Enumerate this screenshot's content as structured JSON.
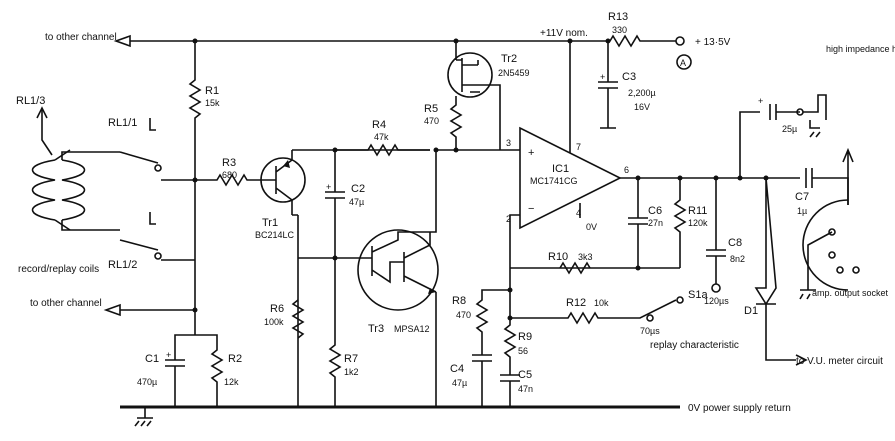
{
  "notes": {
    "to_other_channel_top": "to other channel",
    "to_other_channel_mid": "to other channel",
    "supply_nom": "+11V nom.",
    "supply_in": "+ 13·5V",
    "terminal_a": "A",
    "headphone": "high impedance headphone output",
    "ground_rail": "0V power supply return",
    "zero_v": "0V",
    "coils": "record/replay coils",
    "amp_socket": "amp. output socket",
    "vu_meter": "to V.U. meter circuit",
    "replay_char": "replay characteristic",
    "pos_70": "70µs",
    "pos_120": "120µs"
  },
  "components": {
    "rl13": "RL1/3",
    "rl11": "RL1/1",
    "rl12": "RL1/2",
    "r1": {
      "ref": "R1",
      "value": "15k"
    },
    "r2": {
      "ref": "R2",
      "value": "12k"
    },
    "r3": {
      "ref": "R3",
      "value": "680"
    },
    "r4": {
      "ref": "R4",
      "value": "47k"
    },
    "r5": {
      "ref": "R5",
      "value": "470"
    },
    "r6": {
      "ref": "R6",
      "value": "100k"
    },
    "r7": {
      "ref": "R7",
      "value": "1k2"
    },
    "r8": {
      "ref": "R8",
      "value": "470"
    },
    "r9": {
      "ref": "R9",
      "value": "56"
    },
    "r10": {
      "ref": "R10",
      "value": "3k3"
    },
    "r11": {
      "ref": "R11",
      "value": "120k"
    },
    "r12": {
      "ref": "R12",
      "value": "10k"
    },
    "r13": {
      "ref": "R13",
      "value": "330"
    },
    "c1": {
      "ref": "C1",
      "value": "470µ"
    },
    "c2": {
      "ref": "C2",
      "value": "47µ"
    },
    "c3": {
      "ref": "C3",
      "value": "2,200µ",
      "voltage": "16V"
    },
    "c4": {
      "ref": "C4",
      "value": "47µ"
    },
    "c5": {
      "ref": "C5",
      "value": "47n"
    },
    "c6": {
      "ref": "C6",
      "value": "27n"
    },
    "c7": {
      "ref": "C7",
      "value": "1µ"
    },
    "c8": {
      "ref": "C8",
      "value": "8n2"
    },
    "c_hp": {
      "value": "25µ"
    },
    "tr1": {
      "ref": "Tr1",
      "part": "BC214LC"
    },
    "tr2": {
      "ref": "Tr2",
      "part": "2N5459"
    },
    "tr3": {
      "ref": "Tr3",
      "part": "MPSA12"
    },
    "ic1": {
      "ref": "IC1",
      "part": "MC1741CG"
    },
    "d1": "D1",
    "s1a": "S1a"
  },
  "pins": {
    "p2": "2",
    "p3": "3",
    "p4": "4",
    "p6": "6",
    "p7": "7"
  },
  "ic_signs": {
    "plus": "+",
    "minus": "−"
  }
}
